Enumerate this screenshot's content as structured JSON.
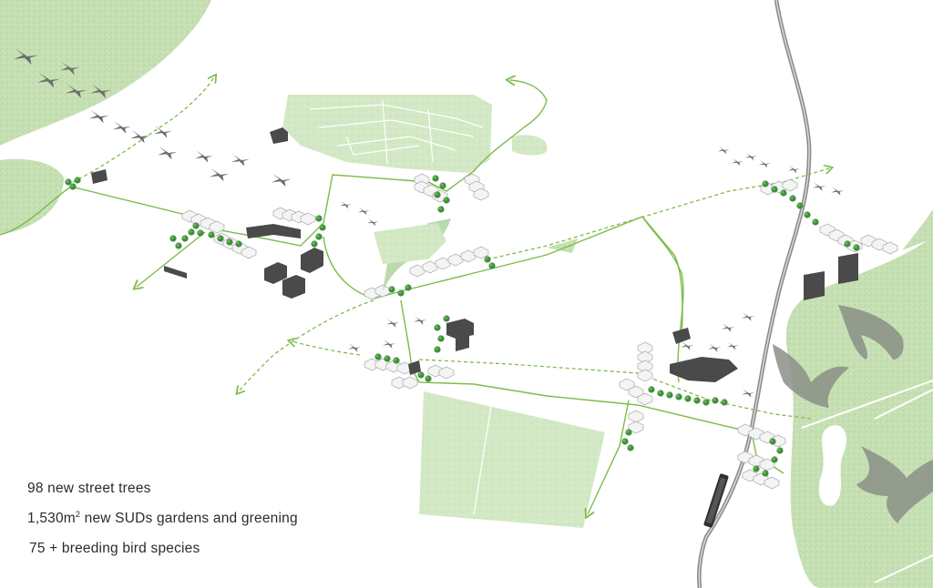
{
  "stats": {
    "street_trees": "98 new street trees",
    "suds_value": "1,530m",
    "suds_sup": "2",
    "suds_rest": " new SUDs gardens and greening",
    "bird_species": " 75 + breeding bird species"
  },
  "colors": {
    "field_green": "#c8e2b8",
    "field_dark": "#a9d19a",
    "route_green": "#7dbb4a",
    "tree_green": "#3f8f3c",
    "bird_grey": "#6d6d6d",
    "building_dark": "#4a4a4a",
    "rail_grey": "#8a8a8a"
  },
  "icons": [
    "bird-icon",
    "tree-icon",
    "building-icon",
    "train-icon",
    "arrow-icon"
  ]
}
